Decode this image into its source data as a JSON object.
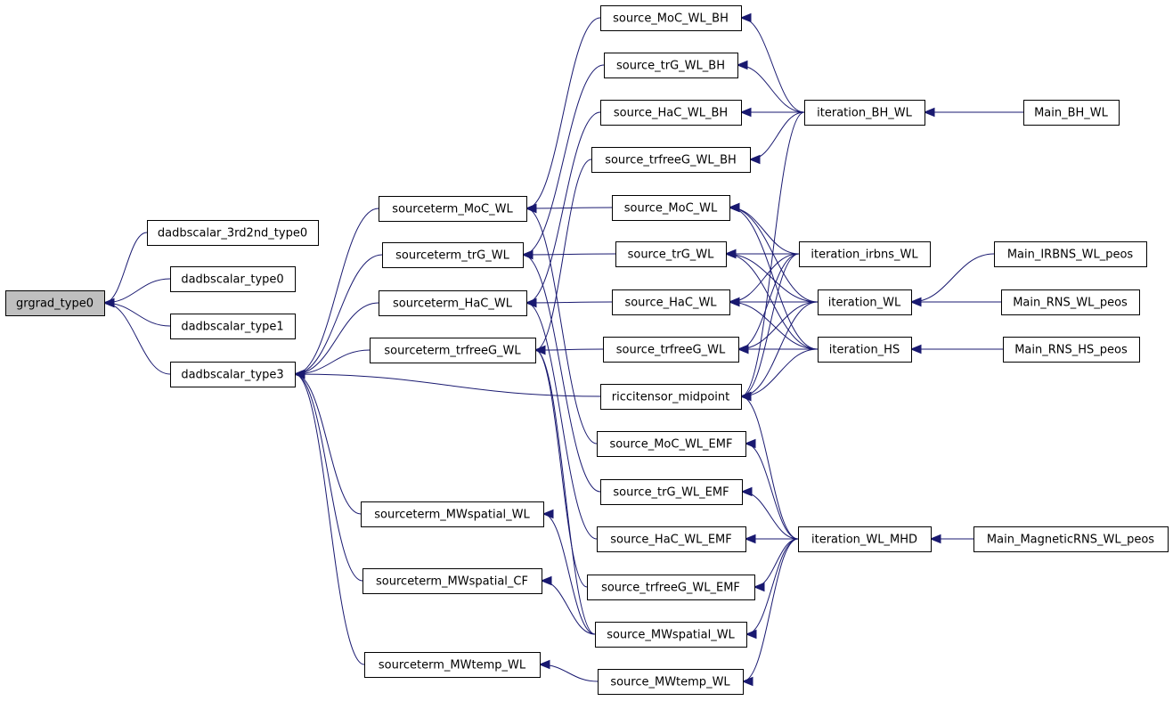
{
  "graph": {
    "edge_color": "#191970",
    "root_fill": "#bfbfbf",
    "node_fill": "#ffffff",
    "nodes": [
      {
        "id": "grgrad_type0",
        "label": "grgrad_type0",
        "root": true
      },
      {
        "id": "dadbscalar_3rd2nd_type0",
        "label": "dadbscalar_3rd2nd_type0"
      },
      {
        "id": "dadbscalar_type0",
        "label": "dadbscalar_type0"
      },
      {
        "id": "dadbscalar_type1",
        "label": "dadbscalar_type1"
      },
      {
        "id": "dadbscalar_type3",
        "label": "dadbscalar_type3"
      },
      {
        "id": "sourceterm_MoC_WL",
        "label": "sourceterm_MoC_WL"
      },
      {
        "id": "sourceterm_trG_WL",
        "label": "sourceterm_trG_WL"
      },
      {
        "id": "sourceterm_HaC_WL",
        "label": "sourceterm_HaC_WL"
      },
      {
        "id": "sourceterm_trfreeG_WL",
        "label": "sourceterm_trfreeG_WL"
      },
      {
        "id": "sourceterm_MWspatial_WL",
        "label": "sourceterm_MWspatial_WL"
      },
      {
        "id": "sourceterm_MWspatial_CF",
        "label": "sourceterm_MWspatial_CF"
      },
      {
        "id": "sourceterm_MWtemp_WL",
        "label": "sourceterm_MWtemp_WL"
      },
      {
        "id": "source_MoC_WL_BH",
        "label": "source_MoC_WL_BH"
      },
      {
        "id": "source_trG_WL_BH",
        "label": "source_trG_WL_BH"
      },
      {
        "id": "source_HaC_WL_BH",
        "label": "source_HaC_WL_BH"
      },
      {
        "id": "source_trfreeG_WL_BH",
        "label": "source_trfreeG_WL_BH"
      },
      {
        "id": "source_MoC_WL",
        "label": "source_MoC_WL"
      },
      {
        "id": "source_trG_WL",
        "label": "source_trG_WL"
      },
      {
        "id": "source_HaC_WL",
        "label": "source_HaC_WL"
      },
      {
        "id": "source_trfreeG_WL",
        "label": "source_trfreeG_WL"
      },
      {
        "id": "riccitensor_midpoint",
        "label": "riccitensor_midpoint"
      },
      {
        "id": "source_MoC_WL_EMF",
        "label": "source_MoC_WL_EMF"
      },
      {
        "id": "source_trG_WL_EMF",
        "label": "source_trG_WL_EMF"
      },
      {
        "id": "source_HaC_WL_EMF",
        "label": "source_HaC_WL_EMF"
      },
      {
        "id": "source_trfreeG_WL_EMF",
        "label": "source_trfreeG_WL_EMF"
      },
      {
        "id": "source_MWspatial_WL",
        "label": "source_MWspatial_WL"
      },
      {
        "id": "source_MWtemp_WL",
        "label": "source_MWtemp_WL"
      },
      {
        "id": "iteration_BH_WL",
        "label": "iteration_BH_WL"
      },
      {
        "id": "iteration_irbns_WL",
        "label": "iteration_irbns_WL"
      },
      {
        "id": "iteration_WL",
        "label": "iteration_WL"
      },
      {
        "id": "iteration_HS",
        "label": "iteration_HS"
      },
      {
        "id": "iteration_WL_MHD",
        "label": "iteration_WL_MHD"
      },
      {
        "id": "Main_BH_WL",
        "label": "Main_BH_WL"
      },
      {
        "id": "Main_IRBNS_WL_peos",
        "label": "Main_IRBNS_WL_peos"
      },
      {
        "id": "Main_RNS_WL_peos",
        "label": "Main_RNS_WL_peos"
      },
      {
        "id": "Main_RNS_HS_peos",
        "label": "Main_RNS_HS_peos"
      },
      {
        "id": "Main_MagneticRNS_WL_peos",
        "label": "Main_MagneticRNS_WL_peos"
      }
    ],
    "edges": [
      [
        "dadbscalar_3rd2nd_type0",
        "grgrad_type0"
      ],
      [
        "dadbscalar_type0",
        "grgrad_type0"
      ],
      [
        "dadbscalar_type1",
        "grgrad_type0"
      ],
      [
        "dadbscalar_type3",
        "grgrad_type0"
      ],
      [
        "sourceterm_MoC_WL",
        "dadbscalar_type3"
      ],
      [
        "sourceterm_trG_WL",
        "dadbscalar_type3"
      ],
      [
        "sourceterm_HaC_WL",
        "dadbscalar_type3"
      ],
      [
        "sourceterm_trfreeG_WL",
        "dadbscalar_type3"
      ],
      [
        "riccitensor_midpoint",
        "dadbscalar_type3"
      ],
      [
        "sourceterm_MWspatial_WL",
        "dadbscalar_type3"
      ],
      [
        "sourceterm_MWspatial_CF",
        "dadbscalar_type3"
      ],
      [
        "sourceterm_MWtemp_WL",
        "dadbscalar_type3"
      ],
      [
        "source_MoC_WL_BH",
        "sourceterm_MoC_WL"
      ],
      [
        "source_MoC_WL",
        "sourceterm_MoC_WL"
      ],
      [
        "source_MoC_WL_EMF",
        "sourceterm_MoC_WL"
      ],
      [
        "source_trG_WL_BH",
        "sourceterm_trG_WL"
      ],
      [
        "source_trG_WL",
        "sourceterm_trG_WL"
      ],
      [
        "source_trG_WL_EMF",
        "sourceterm_trG_WL"
      ],
      [
        "source_HaC_WL_BH",
        "sourceterm_HaC_WL"
      ],
      [
        "source_HaC_WL",
        "sourceterm_HaC_WL"
      ],
      [
        "source_HaC_WL_EMF",
        "sourceterm_HaC_WL"
      ],
      [
        "source_trfreeG_WL_BH",
        "sourceterm_trfreeG_WL"
      ],
      [
        "source_trfreeG_WL",
        "sourceterm_trfreeG_WL"
      ],
      [
        "source_trfreeG_WL_EMF",
        "sourceterm_trfreeG_WL"
      ],
      [
        "source_MWspatial_WL",
        "sourceterm_trfreeG_WL"
      ],
      [
        "source_MWspatial_WL",
        "sourceterm_MWspatial_WL"
      ],
      [
        "source_MWspatial_WL",
        "sourceterm_MWspatial_CF"
      ],
      [
        "source_MWtemp_WL",
        "sourceterm_MWtemp_WL"
      ],
      [
        "iteration_BH_WL",
        "source_MoC_WL_BH"
      ],
      [
        "iteration_BH_WL",
        "source_trG_WL_BH"
      ],
      [
        "iteration_BH_WL",
        "source_HaC_WL_BH"
      ],
      [
        "iteration_BH_WL",
        "source_trfreeG_WL_BH"
      ],
      [
        "iteration_BH_WL",
        "riccitensor_midpoint"
      ],
      [
        "iteration_irbns_WL",
        "source_MoC_WL"
      ],
      [
        "iteration_irbns_WL",
        "source_trG_WL"
      ],
      [
        "iteration_irbns_WL",
        "source_HaC_WL"
      ],
      [
        "iteration_irbns_WL",
        "source_trfreeG_WL"
      ],
      [
        "iteration_irbns_WL",
        "riccitensor_midpoint"
      ],
      [
        "iteration_WL",
        "source_MoC_WL"
      ],
      [
        "iteration_WL",
        "source_trG_WL"
      ],
      [
        "iteration_WL",
        "source_HaC_WL"
      ],
      [
        "iteration_WL",
        "source_trfreeG_WL"
      ],
      [
        "iteration_WL",
        "riccitensor_midpoint"
      ],
      [
        "iteration_HS",
        "source_MoC_WL"
      ],
      [
        "iteration_HS",
        "source_trG_WL"
      ],
      [
        "iteration_HS",
        "source_HaC_WL"
      ],
      [
        "iteration_HS",
        "source_trfreeG_WL"
      ],
      [
        "iteration_HS",
        "riccitensor_midpoint"
      ],
      [
        "iteration_WL_MHD",
        "riccitensor_midpoint"
      ],
      [
        "iteration_WL_MHD",
        "source_MoC_WL_EMF"
      ],
      [
        "iteration_WL_MHD",
        "source_trG_WL_EMF"
      ],
      [
        "iteration_WL_MHD",
        "source_HaC_WL_EMF"
      ],
      [
        "iteration_WL_MHD",
        "source_trfreeG_WL_EMF"
      ],
      [
        "iteration_WL_MHD",
        "source_MWspatial_WL"
      ],
      [
        "iteration_WL_MHD",
        "source_MWtemp_WL"
      ],
      [
        "Main_BH_WL",
        "iteration_BH_WL"
      ],
      [
        "Main_IRBNS_WL_peos",
        "iteration_WL"
      ],
      [
        "Main_RNS_WL_peos",
        "iteration_WL"
      ],
      [
        "Main_RNS_HS_peos",
        "iteration_HS"
      ],
      [
        "Main_MagneticRNS_WL_peos",
        "iteration_WL_MHD"
      ]
    ]
  }
}
